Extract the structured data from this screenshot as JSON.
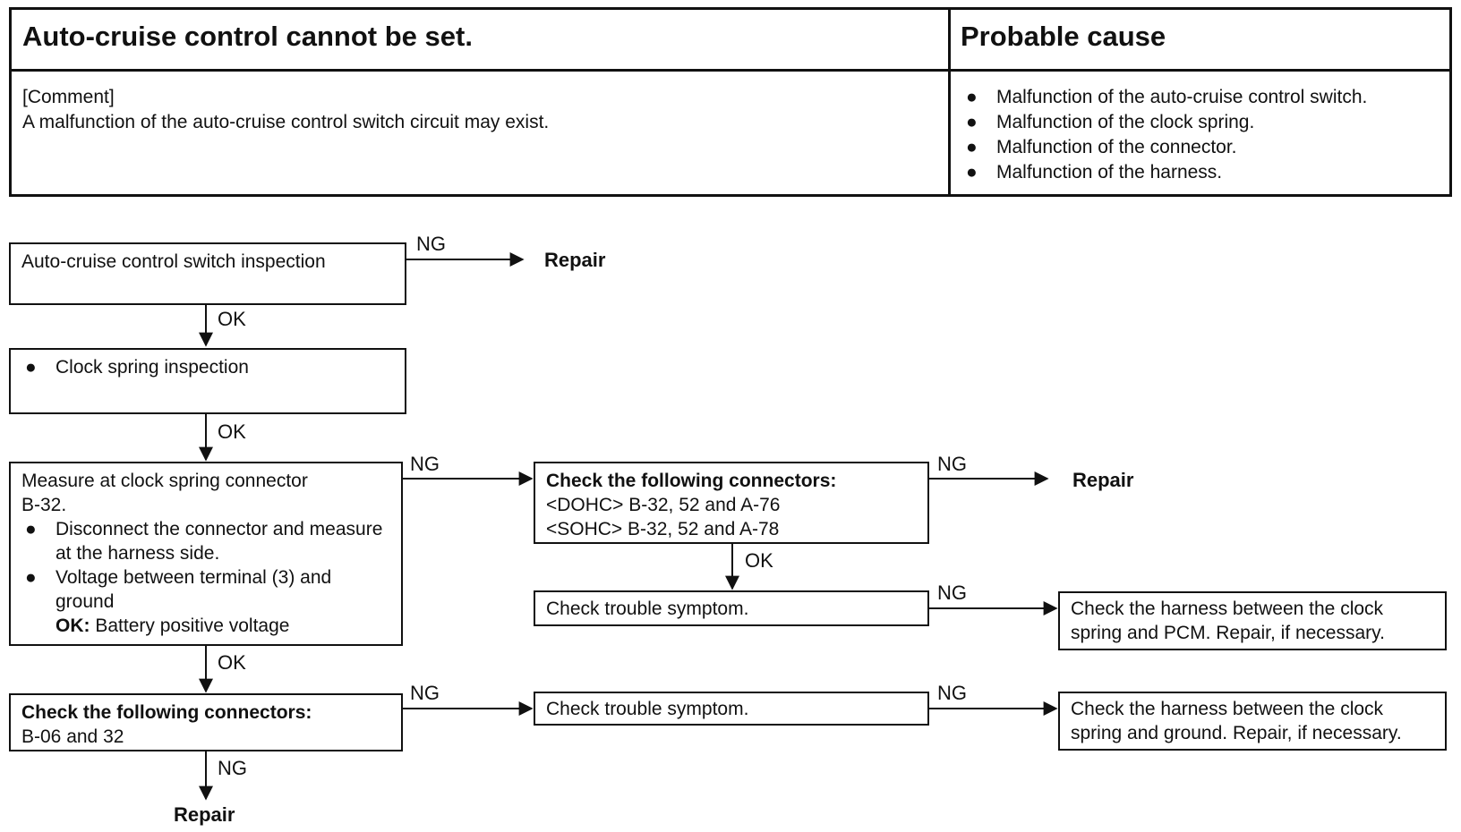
{
  "header": {
    "title": "Auto-cruise control cannot be set.",
    "cause_title": "Probable cause",
    "comment_label": "[Comment]",
    "comment_text": "A malfunction of the auto-cruise control switch circuit may exist.",
    "bullet": "●",
    "causes": [
      "Malfunction of the auto-cruise control switch.",
      "Malfunction of the clock spring.",
      "Malfunction of the connector.",
      "Malfunction of the harness."
    ]
  },
  "flow": {
    "bullet": "●",
    "box1": {
      "text": "Auto-cruise control switch inspection"
    },
    "box2": {
      "text": "Clock spring inspection"
    },
    "box3": {
      "line1": "Measure at clock spring connector",
      "line2": "B-32.",
      "bullet1": "Disconnect the connector and measure at the harness side.",
      "bullet2": "Voltage between terminal (3) and ground",
      "ok_label": "OK:",
      "ok_text": "Battery positive voltage"
    },
    "box4": {
      "line1": "Check the following connectors:",
      "line2": "B-06 and 32"
    },
    "box5": {
      "line1": "Check the following connectors:",
      "line2": "<DOHC> B-32, 52 and A-76",
      "line3": "<SOHC> B-32, 52 and A-78"
    },
    "box6": {
      "text": "Check trouble symptom."
    },
    "box7": {
      "text": "Check trouble symptom."
    },
    "box8": {
      "line1": "Check the harness between the clock",
      "line2": "spring and PCM. Repair, if necessary."
    },
    "box9": {
      "line1": "Check the harness between the clock",
      "line2": "spring and ground. Repair, if necessary."
    },
    "labels": {
      "ok": "OK",
      "ng": "NG",
      "repair": "Repair"
    }
  }
}
